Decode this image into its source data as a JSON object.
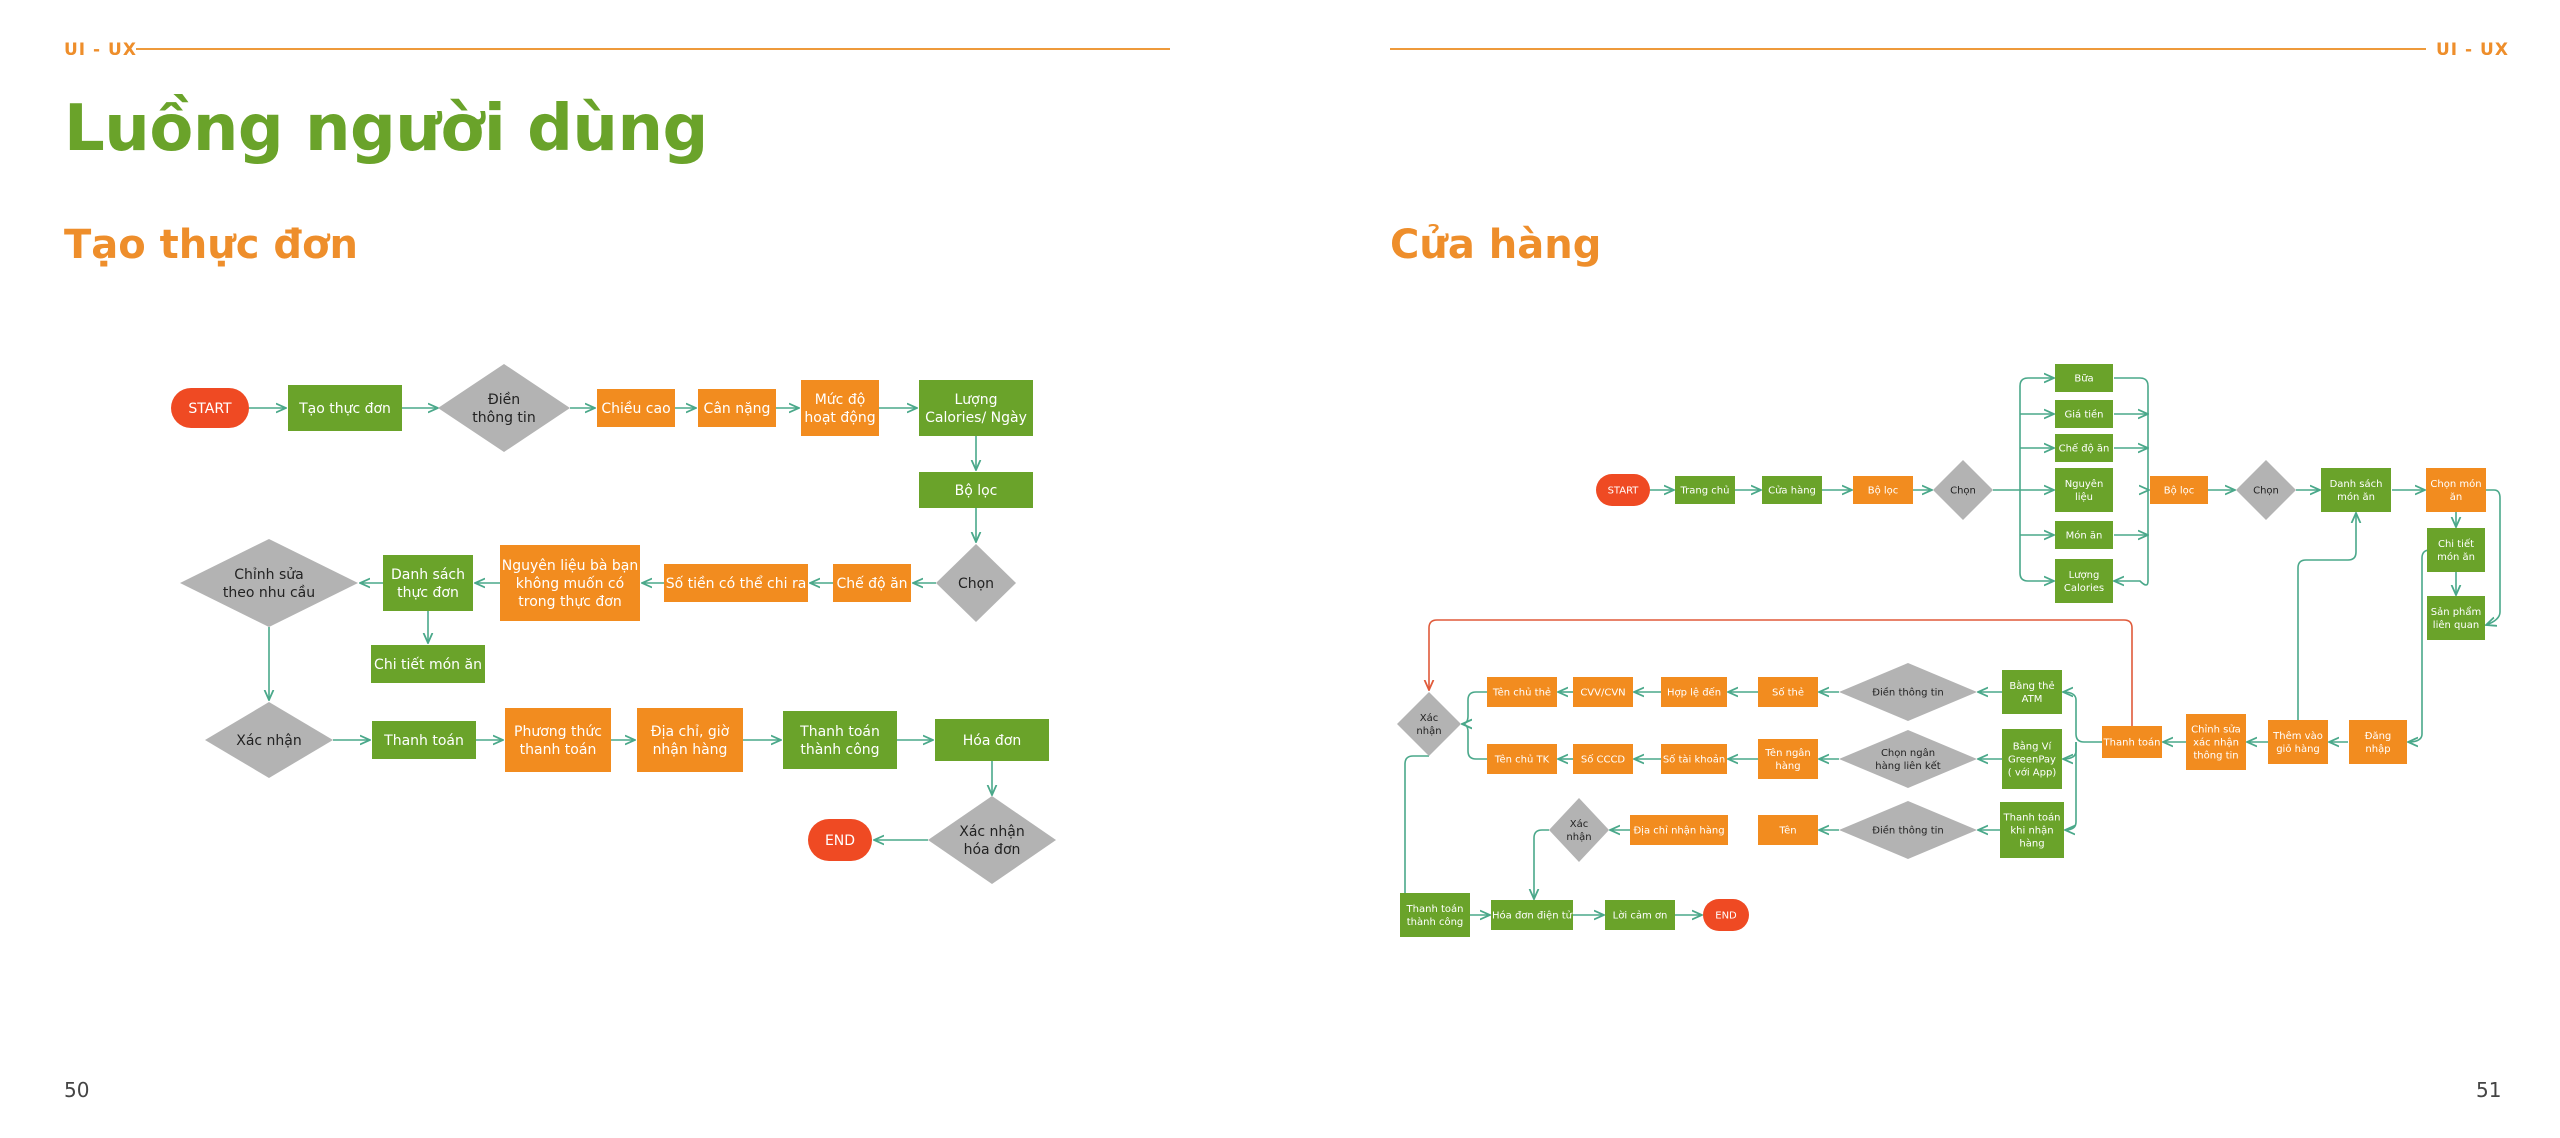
{
  "left": {
    "header": "UI - UX",
    "title": "Luồng người dùng",
    "section": "Tạo thực đơn",
    "page_number": "50",
    "nodes": {
      "start": "START",
      "tao_thuc_don": "Tạo thực đơn",
      "dien_thong_tin": [
        "Điền",
        "thông tin"
      ],
      "chieu_cao": "Chiều cao",
      "can_nang": "Cân nặng",
      "muc_do": [
        "Mức độ",
        "hoạt động"
      ],
      "luong_cal": [
        "Lượng",
        "Calories/ Ngày"
      ],
      "bo_loc": "Bộ lọc",
      "chon": "Chọn",
      "che_do_an": "Chế độ ăn",
      "so_tien": "Số tiền có thể chi ra",
      "nguyen_lieu": [
        "Nguyên liệu bà bạn",
        "không muốn có",
        "trong thực đơn"
      ],
      "danh_sach": [
        "Danh sách",
        "thực đơn"
      ],
      "chinh_sua": [
        "Chỉnh sửa",
        "theo nhu cầu"
      ],
      "chi_tiet": "Chi tiết món ăn",
      "xac_nhan": "Xác nhận",
      "thanh_toan": "Thanh toán",
      "phuong_thuc": [
        "Phương thức",
        "thanh toán"
      ],
      "dia_chi": [
        "Địa chỉ, giờ",
        "nhận hàng"
      ],
      "tt_thanh_cong": [
        "Thanh toán",
        "thành công"
      ],
      "hoa_don": "Hóa đơn",
      "xac_nhan_hd": [
        "Xác nhận",
        "hóa đơn"
      ],
      "end": "END"
    }
  },
  "right": {
    "header": "UI - UX",
    "section": "Cửa hàng",
    "page_number": "51",
    "nodes": {
      "start": "START",
      "trang_chu": "Trang chủ",
      "cua_hang": "Cửa hàng",
      "bo_loc1": "Bộ lọc",
      "chon1": "Chọn",
      "bua": "Bữa",
      "gia_tien": "Giá tiền",
      "che_do_an": "Chế độ ăn",
      "nguyen_lieu": [
        "Nguyên",
        "liệu"
      ],
      "mon_an": "Món ăn",
      "luong_cal": [
        "Lượng",
        "Calories"
      ],
      "bo_loc2": "Bộ lọc",
      "chon2": "Chọn",
      "danh_sach": [
        "Danh sách",
        "món ăn"
      ],
      "chon_mon": [
        "Chọn món",
        "ăn"
      ],
      "chi_tiet": [
        "Chi tiết",
        "món ăn"
      ],
      "san_pham": [
        "Sản phẩm",
        "liên quan"
      ],
      "dang_nhap": [
        "Đăng",
        "nhập"
      ],
      "them_gio": [
        "Thêm vào",
        "giỏ hàng"
      ],
      "chinh_sua": [
        "Chỉnh sửa",
        "xác nhận",
        "thông tin"
      ],
      "thanh_toan": "Thanh toán",
      "bang_the": [
        "Bằng thẻ",
        "ATM"
      ],
      "bang_vi": [
        "Bằng Ví",
        "GreenPay",
        "( với App)"
      ],
      "tt_khi_nhan": [
        "Thanh toán",
        "khi nhận",
        "hàng"
      ],
      "dien_tt1": "Điền thông tin",
      "chon_ngan_hang": [
        "Chọn ngân",
        "hàng liên kết"
      ],
      "dien_tt2": "Điền thông tin",
      "so_the": "Số thẻ",
      "hop_le": "Hợp lệ đến",
      "cvv": "CVV/CVN",
      "ten_chu_the": "Tên chủ thẻ",
      "ten_ngan_hang": [
        "Tên ngân",
        "hàng"
      ],
      "so_tai_khoan": "Số tài khoản",
      "so_cccd": "Số CCCD",
      "ten_chu_tk": "Tên chủ TK",
      "xac_nhan1": [
        "Xác",
        "nhận"
      ],
      "ten": "Tên",
      "dia_chi_nhan": "Địa chỉ nhận hàng",
      "xac_nhan2": [
        "Xác",
        "nhận"
      ],
      "tt_thanh_cong": [
        "Thanh toán",
        "thành công"
      ],
      "hoa_don_dt": "Hóa đơn điện tử",
      "loi_cam_on": "Lời cảm ơn",
      "end": "END"
    }
  },
  "colors": {
    "green": "#6aa32a",
    "orange": "#f28c1f",
    "gray": "#b3b3b3",
    "red": "#ef4a23",
    "arrow": "#4aa88a",
    "title_green": "#6aa32a",
    "title_orange": "#ee8e2b"
  }
}
